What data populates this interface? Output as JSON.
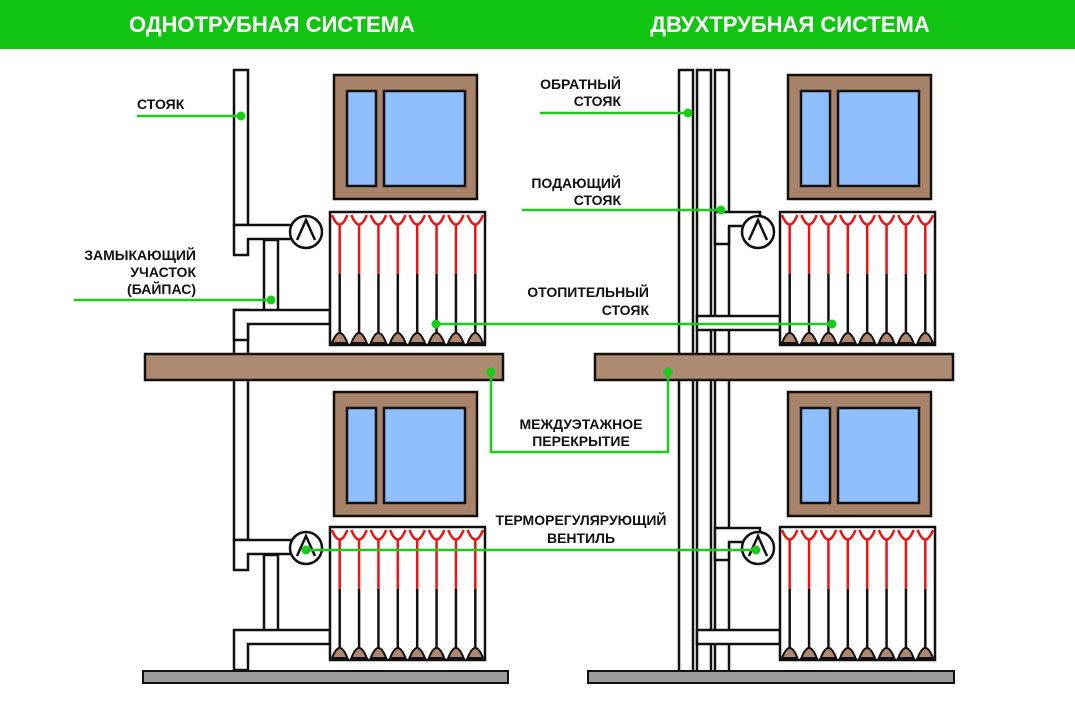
{
  "headers": {
    "one_pipe": "ОДНОТРУБНАЯ СИСТЕМА",
    "two_pipe": "ДВУХТРУБНАЯ СИСТЕМА"
  },
  "labels": {
    "riser": "СТОЯК",
    "bypass_line1": "ЗАМЫКАЮЩИЙ",
    "bypass_line2": "УЧАСТОК",
    "bypass_line3": "(БАЙПАС)",
    "return_line1": "ОБРАТНЫЙ",
    "return_line2": "СТОЯК",
    "supply_line1": "ПОДАЮЩИЙ",
    "supply_line2": "СТОЯК",
    "heating_line1": "ОТОПИТЕЛЬНЫЙ",
    "heating_line2": "СТОЯК",
    "floor_line1": "МЕЖДУЭТАЖНОЕ",
    "floor_line2": "ПЕРЕКРЫТИЕ",
    "valve_line1": "ТЕРМОРЕГУЛЯРУЮЩИЙ",
    "valve_line2": "ВЕНТИЛЬ"
  },
  "colors": {
    "header_bar": "#11c411",
    "callout": "#19cc19",
    "window_frame": "#a8836a",
    "glass": "#8fbfff",
    "slab": "#ae8a70",
    "ground": "#9b9b9b",
    "radiator_hot": "#ee1111",
    "radiator_cap": "#b0866e"
  }
}
